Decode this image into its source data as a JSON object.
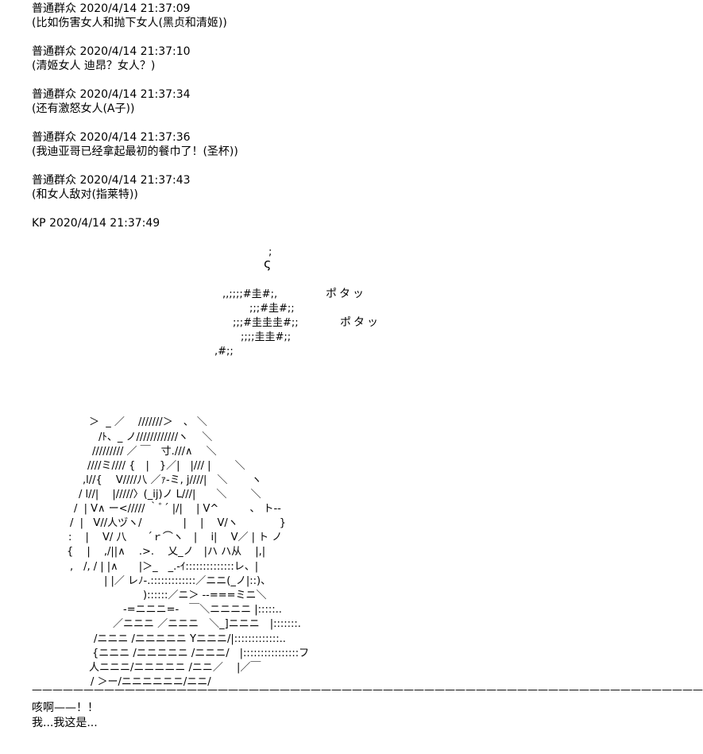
{
  "messages": [
    {
      "meta": "普通群众 2020/4/14 21:37:09",
      "body": "(比如伤害女人和抛下女人(黑贞和清姬))"
    },
    {
      "meta": "普通群众 2020/4/14 21:37:10",
      "body": "(清姬女人 迪昂？女人？)"
    },
    {
      "meta": "普通群众 2020/4/14 21:37:34",
      "body": "(还有激怒女人(A子))"
    },
    {
      "meta": "普通群众 2020/4/14 21:37:36",
      "body": "(我迪亚哥已经拿起最初的餐巾了！(圣杯))"
    },
    {
      "meta": "普通群众 2020/4/14 21:37:43",
      "body": "(和女人敌对(指莱特))"
    }
  ],
  "kp_meta": "KP 2020/4/14 21:37:49",
  "sfx": [
    "ポタッ",
    "ポタッ"
  ],
  "drip_art": [
    ";",
    "ς",
    ",,;;;;#圭#;,",
    ";;;#圭#;;",
    ";;;#圭圭圭#;;",
    ";;;;圭圭#;;",
    ",#;;"
  ],
  "figure_art": [
    "＞  _ ／　 ///////＞　、 ＼",
    "/ﾄ、_ ノ////////////ヽ　 ＼",
    "///////// ／ ￣　寸.///∧　 ＼",
    "////ミ//// {　|　}／|　|/// |　　 ＼",
    ",l//{　 V////八 ／ｧ-ミ, j////|　＼　　 ヽ",
    "/ l//|　 |/////〉(_ij)ノ L///|　　＼　　 ＼",
    "/  | V∧ ー<///// ｀ﾞ´ |/|　 | V^　　　、 ト--",
    "/  |   V//人ヅヽ/　　　　|　 |　 V/ヽ　　　　}",
    ":　 |　 V/ 八　　´ｒ⌒ヽ　|　 i|　 V／ | ト ノ",
    "{　 |　 ,/||∧　 .>.　 乂_ノ　|ハ ハ从　 |,|",
    ",　/, / | |∧　　|＞_　_.-ｲ::::::::::::::レ、|",
    "| |／ レﾉ-.:::::::::::::／ニニ(_ノ|::)、",
    ")::::::／ニ＞ --===ミニ＼",
    "-=ニニニ=-　￣＼ニニニニ |:::::..",
    "／ニニニ ／ニニニ　＼_]ニニニ　|:::::::.",
    "/ニニニ /ニニニニニ Yニニニ/|:::::::::::::..",
    "{ニニニ /ニニニニニ /ニニニ/　|::::::::::::::::フ",
    "人ニニニ/ニニニニニ /ニニ／　 |／￣",
    "/ ＞ー/ニニニニニニ/ニニ/"
  ],
  "rule": "———————————————————————————————————————————————————————————————————————————————————————————",
  "dialogue": [
    "咳啊——！！",
    "我...我这是..."
  ]
}
